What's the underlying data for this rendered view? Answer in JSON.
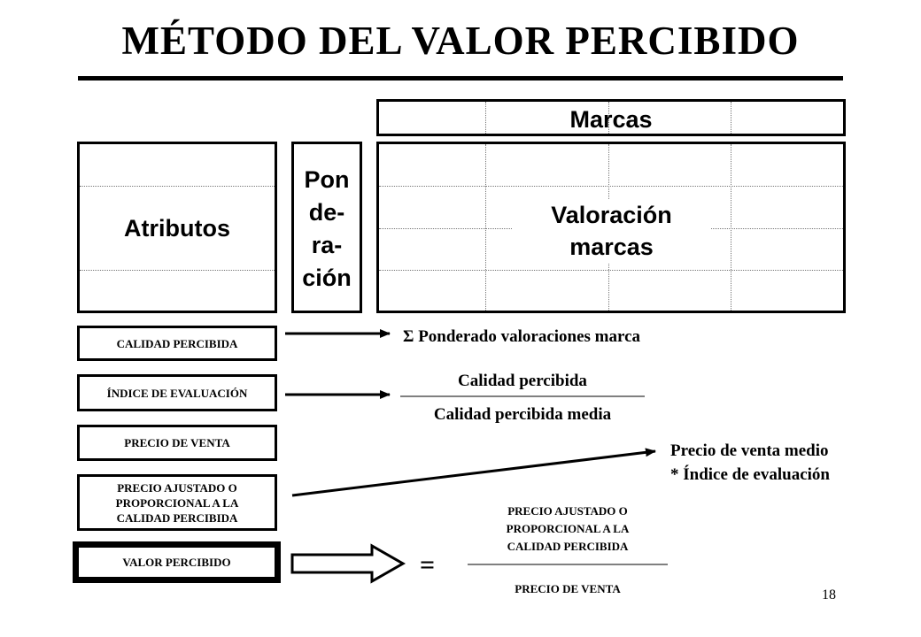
{
  "title": "MÉTODO DEL VALOR PERCIBIDO",
  "header": {
    "brands": "Marcas"
  },
  "columns": {
    "attributes": "Atributos",
    "weighting_lines": [
      "Pon",
      "de-",
      "ra-",
      "ción"
    ],
    "brand_rating_lines": [
      "Valoración",
      "marcas"
    ]
  },
  "steps": [
    {
      "label": "CALIDAD PERCIBIDA"
    },
    {
      "label": "ÍNDICE DE EVALUACIÓN"
    },
    {
      "label": "PRECIO DE VENTA"
    },
    {
      "label_lines": [
        "PRECIO AJUSTADO O",
        "PROPORCIONAL A LA",
        "CALIDAD PERCIBIDA"
      ]
    },
    {
      "label": "VALOR PERCIBIDO"
    }
  ],
  "results": {
    "quality": {
      "symbol": "Σ",
      "text": "Ponderado valoraciones marca"
    },
    "index": {
      "numerator": "Calidad percibida",
      "denominator": "Calidad percibida media"
    },
    "adjusted_price_lines": [
      "Precio de venta medio",
      "* Índice de evaluación"
    ],
    "value": {
      "equals": "=",
      "numerator_lines": [
        "PRECIO AJUSTADO O",
        "PROPORCIONAL A LA",
        "CALIDAD PERCIBIDA"
      ],
      "denominator": "PRECIO DE VENTA"
    }
  },
  "page_number": "18"
}
